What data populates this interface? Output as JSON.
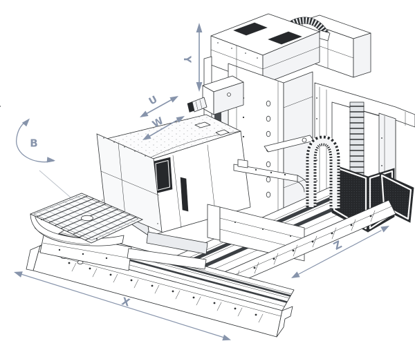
{
  "figure": {
    "alt": "Isometric line drawing of a horizontal boring mill machine tool annotated with its motion axes",
    "background": "#ffffff"
  },
  "colors": {
    "arrow": "#8794ab",
    "label": "#8794ab",
    "line": "#2e3133",
    "leader": "#bcc2ca",
    "mesh": "#26282b",
    "background": "#ffffff"
  },
  "axes": {
    "x": {
      "label": "X"
    },
    "y": {
      "label": "Y"
    },
    "z": {
      "label": "Z"
    },
    "u": {
      "label": "U"
    },
    "w": {
      "label": "W"
    },
    "b": {
      "label": "B"
    }
  }
}
